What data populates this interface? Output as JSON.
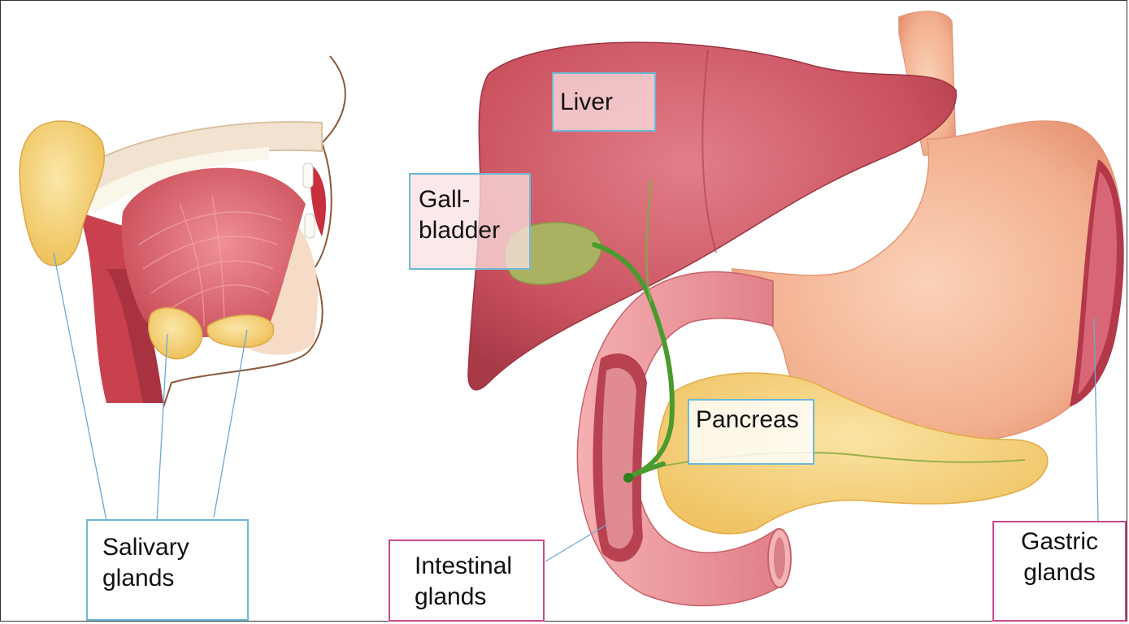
{
  "diagram": {
    "labels": {
      "salivary": "Salivary\nglands",
      "liver": "Liver",
      "gallbladder": "Gall-\nbladder",
      "pancreas": "Pancreas",
      "intestinal": "Intestinal\nglands",
      "gastric": "Gastric\nglands"
    },
    "colors": {
      "label_border_blue": "#6fb8d6",
      "label_border_pink": "#c8488f",
      "leader_line": "#6aa8d8",
      "liver": "#c9505d",
      "stomach": "#f2b08f",
      "intestine": "#e98d93",
      "pancreas": "#f3cd73",
      "gallbladder": "#a8b060",
      "bile_duct": "#4b9a2f"
    }
  }
}
